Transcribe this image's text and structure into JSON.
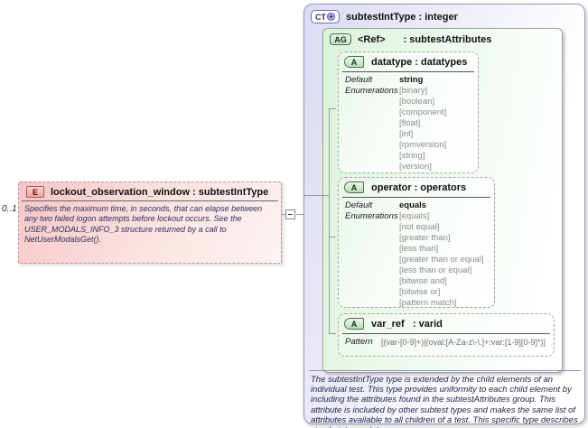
{
  "element": {
    "icon_label": "E",
    "cardinality": "0..1",
    "title": "lockout_observation_window : subtestIntType",
    "annotation": "Specifies the maximum time, in seconds, that can elapse between any two failed logon attempts before lockout occurs.  See the USER_MODALS_INFO_3 structure returned by a call to NetUserModalsGet()."
  },
  "complex_type": {
    "icon_label": "CT",
    "title": "subtestIntType : integer",
    "documentation": "The subtestIntType type is extended by the child elements of an individual test.  This type provides uniformity to each child element by including the attributes found in the subtestAttributes group.  This attribute is included by other subtest types and makes the same list of attributes available to all children of a test.  This specific type describes simple integer data."
  },
  "attribute_group": {
    "icon_label": "AG",
    "ref": "<Ref>",
    "type": ": subtestAttributes"
  },
  "attributes": {
    "datatype": {
      "icon_label": "A",
      "title": "datatype : datatypes",
      "default_label": "Default",
      "default_value": "string",
      "enum_label": "Enumerations",
      "enums": [
        "[binary]",
        "[boolean]",
        "[component]",
        "[float]",
        "[int]",
        "[rpmversion]",
        "[string]",
        "[version]"
      ]
    },
    "operator": {
      "icon_label": "A",
      "title": "operator : operators",
      "default_label": "Default",
      "default_value": "equals",
      "enum_label": "Enumerations",
      "enums": [
        "[equals]",
        "[not equal]",
        "[greater than]",
        "[less than]",
        "[greater than or equal]",
        "[less than or equal]",
        "[bitwise and]",
        "[bitwise or]",
        "[pattern match]"
      ]
    },
    "var_ref": {
      "icon_label": "A",
      "title": "var_ref   : varid",
      "pattern_label": "Pattern",
      "pattern_value": "[(var-[0-9]+)|(oval:[A-Za-z\\-\\.]+:var:[1-9][0-9]*)]"
    }
  },
  "colors": {
    "ct_fill": "#dbdbf3",
    "ag_fill": "#daf2da",
    "element_fill": "#f6c6c6",
    "annotation_text": "#2e2e5e",
    "enum_text": "#8c8c8c",
    "connector": "#999999"
  }
}
